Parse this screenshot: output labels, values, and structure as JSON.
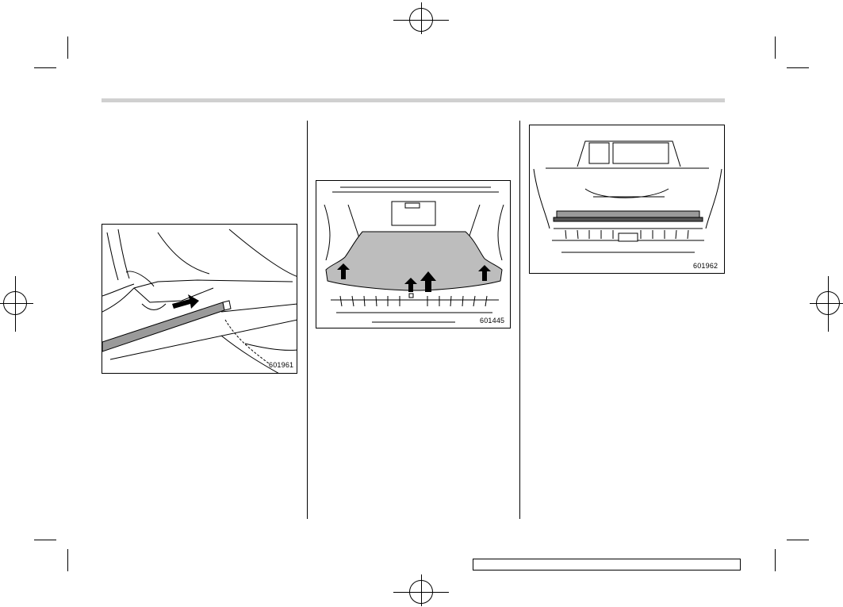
{
  "figures": [
    {
      "id": "601961"
    },
    {
      "id": "601445"
    },
    {
      "id": "601962"
    }
  ],
  "footer": {
    "text": ""
  }
}
